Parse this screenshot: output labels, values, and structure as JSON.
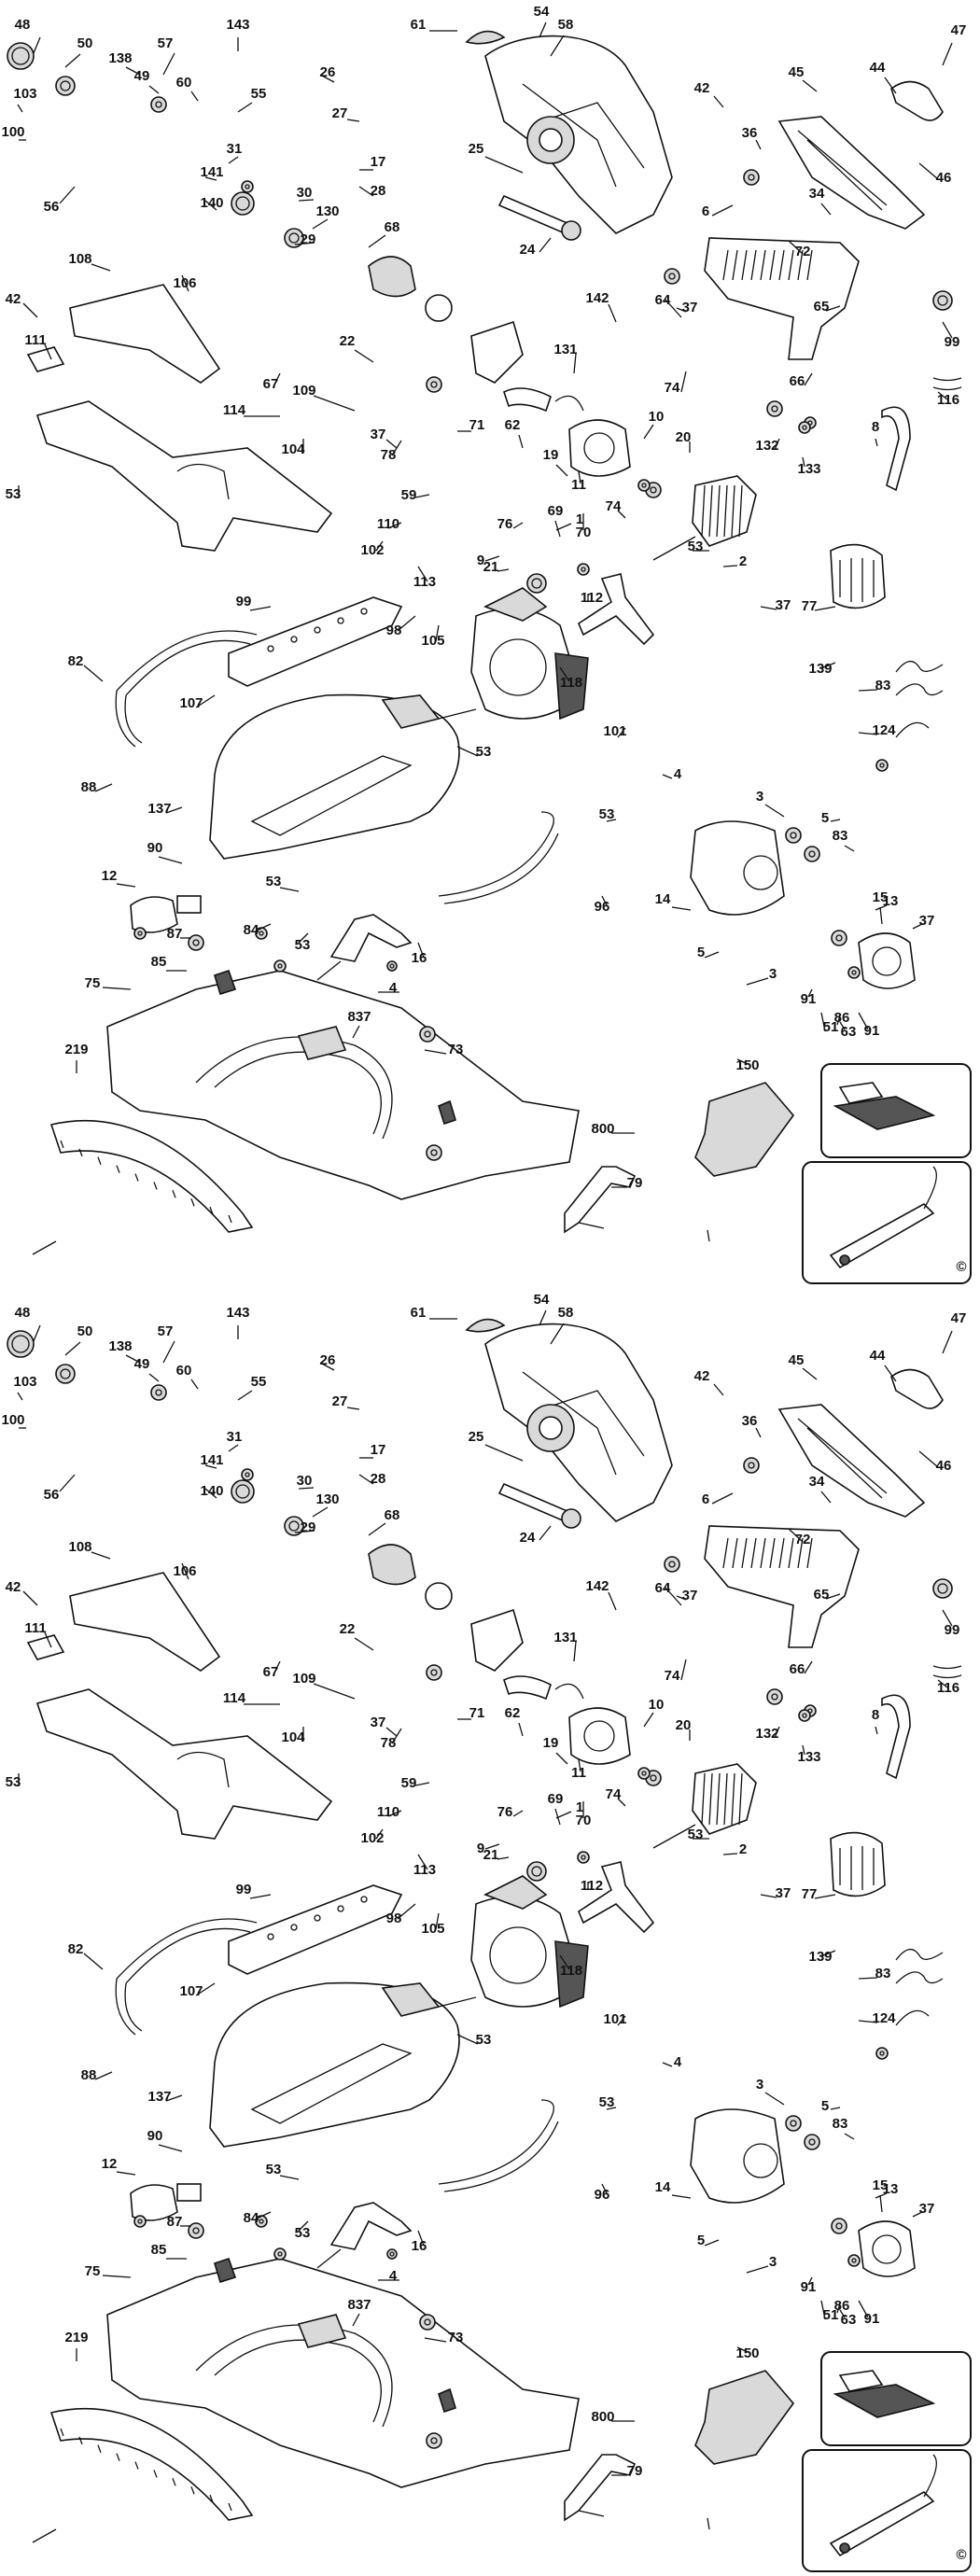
{
  "diagram": {
    "copies": 2,
    "copyright_symbol": "©",
    "part_numbers": [
      "48",
      "50",
      "143",
      "61",
      "54",
      "58",
      "47",
      "103",
      "138",
      "49",
      "57",
      "60",
      "55",
      "26",
      "45",
      "44",
      "100",
      "56",
      "31",
      "141",
      "140",
      "27",
      "17",
      "28",
      "30",
      "130",
      "42",
      "46",
      "36",
      "6",
      "34",
      "108",
      "106",
      "29",
      "25",
      "24",
      "68",
      "72",
      "42",
      "111",
      "22",
      "131",
      "142",
      "64",
      "65",
      "37",
      "67",
      "114",
      "109",
      "104",
      "74",
      "99",
      "66",
      "116",
      "132",
      "133",
      "37",
      "53",
      "78",
      "71",
      "62",
      "19",
      "10",
      "20",
      "8",
      "11",
      "59",
      "74",
      "110",
      "76",
      "69",
      "70",
      "1",
      "53",
      "102",
      "113",
      "9",
      "21",
      "2",
      "37",
      "77",
      "99",
      "112",
      "105",
      "98",
      "118",
      "139",
      "124",
      "83",
      "82",
      "107",
      "101",
      "53",
      "88",
      "137",
      "4",
      "3",
      "5",
      "83",
      "53",
      "96",
      "90",
      "12",
      "14",
      "13",
      "15",
      "37",
      "53",
      "87",
      "84",
      "53",
      "16",
      "5",
      "3",
      "91",
      "75",
      "85",
      "4",
      "63",
      "86",
      "837",
      "51",
      "91",
      "219",
      "73",
      "150",
      "800",
      "79"
    ]
  }
}
